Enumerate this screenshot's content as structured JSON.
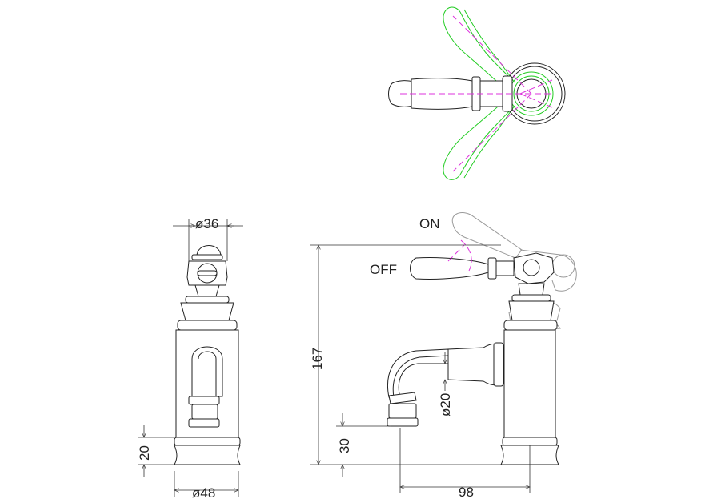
{
  "drawing": {
    "state_on": "ON",
    "state_off": "OFF",
    "dims": {
      "body_diameter": "ø36",
      "base_diameter": "ø48",
      "base_height": "20",
      "total_height": "167",
      "spout_height": "30",
      "spout_diameter": "ø20",
      "spout_reach": "98"
    }
  },
  "colors": {
    "outline": "#222222",
    "ghost": "#9a9a9a",
    "rotation": "#22cc22",
    "centerline": "#dd33dd"
  }
}
